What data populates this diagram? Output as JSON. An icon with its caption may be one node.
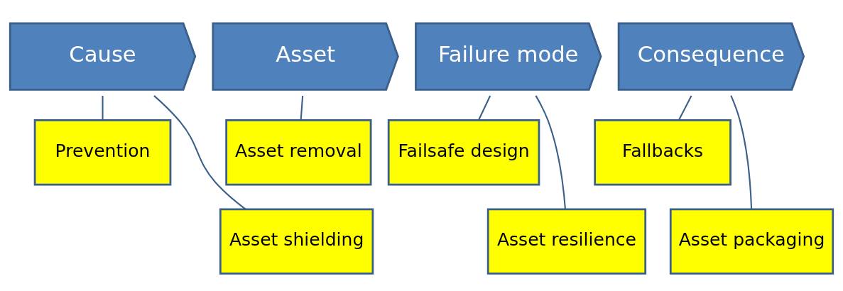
{
  "diagram": {
    "nodes": [
      {
        "text": [
          "Cause"
        ]
      },
      {
        "text": [
          "Asset"
        ]
      },
      {
        "text": [
          "Failure mode"
        ]
      },
      {
        "text": [
          "Consequence"
        ]
      },
      {
        "text": [
          "Prevention"
        ]
      },
      {
        "text": [
          "Asset removal"
        ]
      },
      {
        "text": [
          "Failsafe design"
        ]
      },
      {
        "text": [
          "Fallbacks"
        ]
      },
      {
        "text": [
          "Asset shielding"
        ]
      },
      {
        "text": [
          "Asset resilience"
        ]
      },
      {
        "text": [
          "Asset packaging"
        ]
      }
    ],
    "edges": [
      {
        "from": 4,
        "to": 0,
        "arrow": "none"
      },
      {
        "from": 8,
        "to": 0,
        "arrow": "none"
      },
      {
        "from": 5,
        "to": 1,
        "arrow": "none"
      },
      {
        "from": 9,
        "to": 2,
        "arrow": "none"
      },
      {
        "from": 6,
        "to": 2,
        "arrow": "none"
      },
      {
        "from": 10,
        "to": 3,
        "arrow": "none"
      },
      {
        "from": 7,
        "to": 3,
        "arrow": "none"
      }
    ]
  }
}
